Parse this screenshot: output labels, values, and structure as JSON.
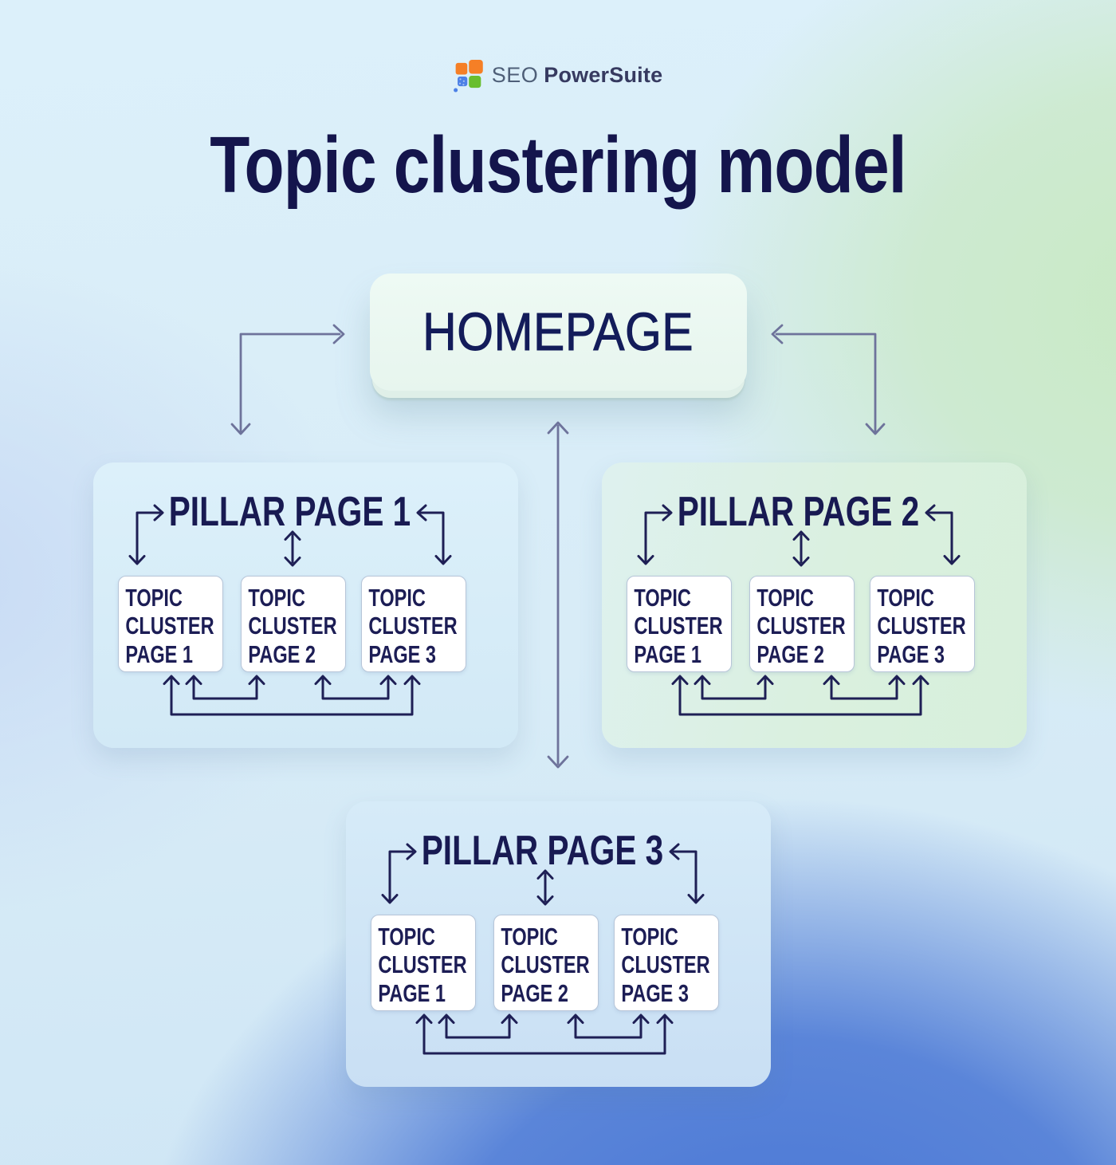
{
  "brand": {
    "prefix": "SEO",
    "suffix": "PowerSuite"
  },
  "title": "Topic clustering model",
  "homepage": {
    "label": "HOMEPAGE"
  },
  "pillars": [
    {
      "title": "PILLAR PAGE 1",
      "topics": [
        "TOPIC\nCLUSTER\nPAGE 1",
        "TOPIC\nCLUSTER\nPAGE 2",
        "TOPIC\nCLUSTER\nPAGE 3"
      ]
    },
    {
      "title": "PILLAR PAGE 2",
      "topics": [
        "TOPIC\nCLUSTER\nPAGE 1",
        "TOPIC\nCLUSTER\nPAGE 2",
        "TOPIC\nCLUSTER\nPAGE 3"
      ]
    },
    {
      "title": "PILLAR PAGE 3",
      "topics": [
        "TOPIC\nCLUSTER\nPAGE 1",
        "TOPIC\nCLUSTER\nPAGE 2",
        "TOPIC\nCLUSTER\nPAGE 3"
      ]
    }
  ],
  "icons": {
    "brand_logo": "seo-powersuite-grid-logo",
    "connector_arrows": "double-headed-elbow-arrows",
    "card_arrows": "internal-linking-arrows"
  },
  "colors": {
    "title_navy": "#14154c",
    "text_navy": "#1c1d55",
    "card_arrow_navy": "#1e1f55",
    "connector_gray": "#6e739b",
    "homepage_bg": "#ecf8f1",
    "pillar1_bg": "#d7edf8",
    "pillar2_bg": "#daf0e4",
    "pillar3_bg": "#cfe4f6",
    "topic_box_bg": "#ffffff",
    "topic_box_border": "#b7c5d8",
    "bg_blue_blob": "#4674d4",
    "bg_green_blob": "#c9e9c4",
    "bg_base": "#d9edf8",
    "brand_orange": "#f57f26",
    "brand_blue": "#4c80e6",
    "brand_green": "#68be2e"
  }
}
